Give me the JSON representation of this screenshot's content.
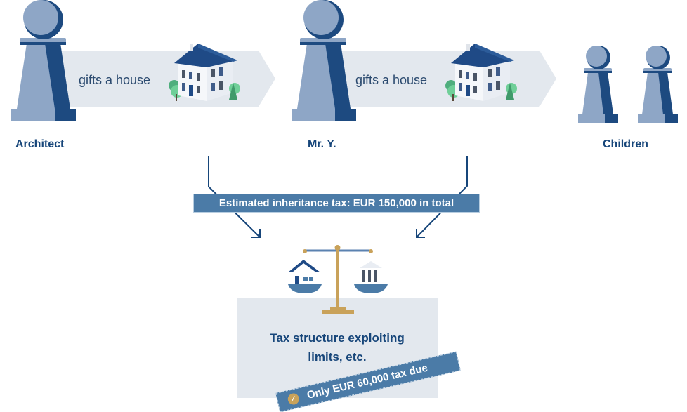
{
  "diagram": {
    "actors": [
      {
        "id": "architect",
        "label": "Architect"
      },
      {
        "id": "mr-y",
        "label": "Mr. Y."
      },
      {
        "id": "children",
        "label": "Children"
      }
    ],
    "transfers": [
      {
        "from": "architect",
        "to": "mr-y",
        "label": "gifts a house"
      },
      {
        "from": "mr-y",
        "to": "children",
        "label": "gifts a house"
      }
    ],
    "estimate_banner": "Estimated inheritance tax: EUR 150,000 in total",
    "result_box": {
      "line1": "Tax structure exploiting",
      "line2": "limits, etc."
    },
    "result_ribbon": {
      "icon": "check-icon",
      "text": "Only EUR 60,000 tax due"
    },
    "scale": {
      "left_pan": "house-icon",
      "right_pan": "tax-office-building-icon"
    }
  },
  "colors": {
    "pawn_light": "#8ea6c6",
    "pawn_dark": "#1d4a80",
    "band": "#e3e8ee",
    "banner": "#4b7ba7",
    "label_text": "#17467a",
    "scale_gold": "#c9a25a",
    "roof": "#1f4a86",
    "tree": "#5fbf8a"
  }
}
